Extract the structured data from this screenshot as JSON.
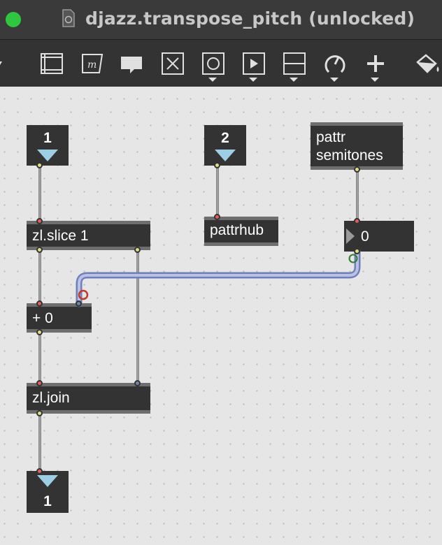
{
  "window": {
    "title": "djazz.transpose_pitch (unlocked)"
  },
  "toolbar": {
    "items": [
      {
        "name": "dropdown-arrow-icon"
      },
      {
        "name": "presentation-mode-icon"
      },
      {
        "name": "message-object-icon"
      },
      {
        "name": "comment-icon"
      },
      {
        "name": "toggle-object-icon"
      },
      {
        "name": "button-object-icon"
      },
      {
        "name": "playbar-object-icon"
      },
      {
        "name": "slider-object-icon"
      },
      {
        "name": "dial-object-icon"
      },
      {
        "name": "add-object-icon"
      },
      {
        "name": "paint-bucket-icon"
      }
    ]
  },
  "patch": {
    "inlet_1": {
      "label": "1"
    },
    "inlet_2": {
      "label": "2"
    },
    "pattr": {
      "line1": "pattr",
      "line2": "semitones"
    },
    "zl_slice": {
      "label": "zl.slice 1"
    },
    "pattrhub": {
      "label": "pattrhub"
    },
    "number_box": {
      "value": "0"
    },
    "plus": {
      "label": "+ 0"
    },
    "zl_join": {
      "label": "zl.join"
    },
    "outlet_1": {
      "label": "1"
    }
  },
  "colors": {
    "traffic_light": "#2fc640",
    "object_bg": "#333333",
    "canvas_bg": "#e6e6e6",
    "inlet": "#e35d5d",
    "outlet": "#e0dd84",
    "selected_cable": "#7a89c9",
    "inlet_triangle": "#9ccfe3"
  }
}
